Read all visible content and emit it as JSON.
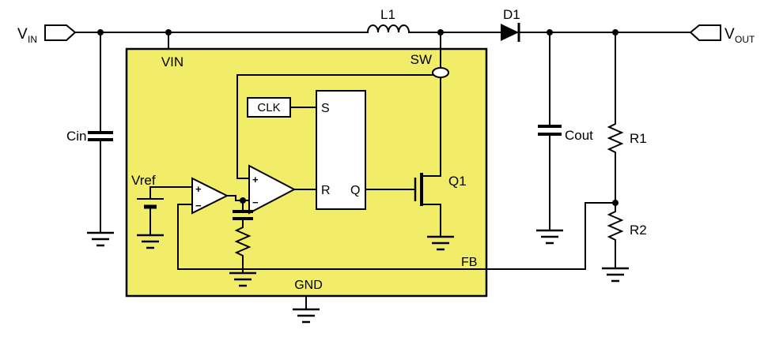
{
  "colors": {
    "ic_fill": "#f2ed68",
    "wire": "#000000",
    "background": "#ffffff"
  },
  "ports": {
    "vin_main": "V",
    "vin_sub": "IN",
    "vout_main": "V",
    "vout_sub": "OUT"
  },
  "components": {
    "l1": "L1",
    "d1": "D1",
    "cin": "Cin",
    "cout": "Cout",
    "r1": "R1",
    "r2": "R2",
    "q1": "Q1",
    "vref": "Vref"
  },
  "ic": {
    "pin_vin": "VIN",
    "pin_sw": "SW",
    "pin_fb": "FB",
    "pin_gnd": "GND",
    "clk_label": "CLK",
    "latch": {
      "s": "S",
      "r": "R",
      "q": "Q"
    },
    "comp1": {
      "plus": "+",
      "minus": "−"
    },
    "comp2": {
      "plus": "+",
      "minus": "−"
    }
  }
}
